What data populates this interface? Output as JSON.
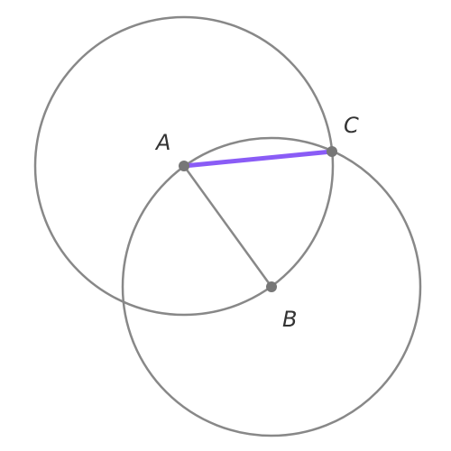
{
  "points": {
    "A": {
      "label": "A"
    },
    "B": {
      "label": "B"
    },
    "C": {
      "label": "C"
    }
  },
  "colors": {
    "circle": "#888888",
    "segment": "#888888",
    "highlight": "#8a5cf6",
    "point": "#777777",
    "label": "#333333"
  }
}
